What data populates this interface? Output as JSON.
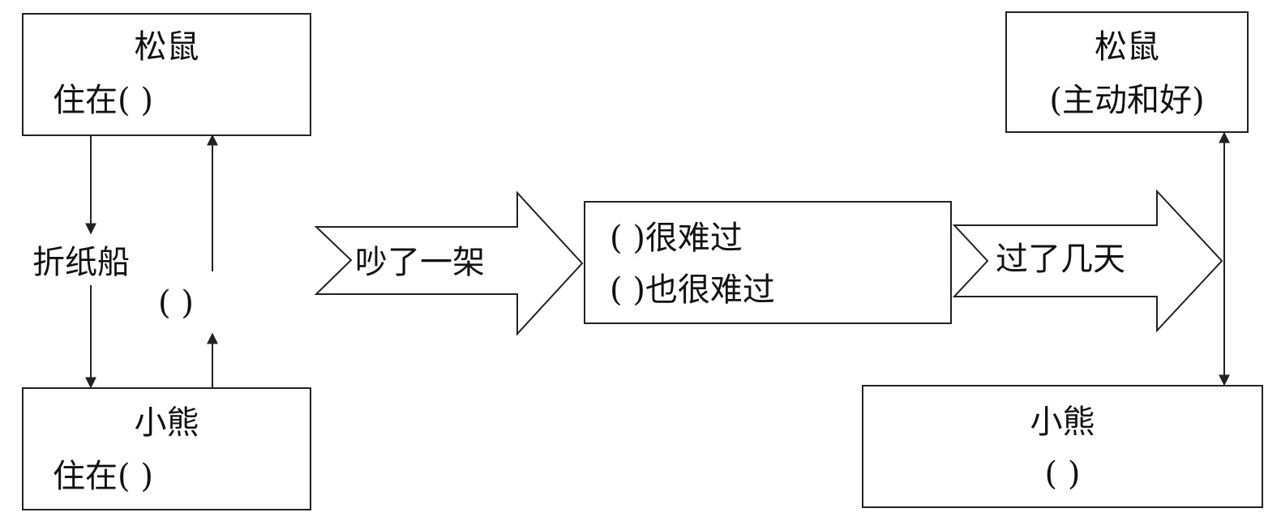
{
  "squirrel_top": {
    "name": "松鼠",
    "line": "住在(          )"
  },
  "bear_bottom": {
    "name": "小熊",
    "line": "住在(          )"
  },
  "left_middle": {
    "label": "折纸船",
    "blank": "(          )"
  },
  "arrow1": {
    "label": "吵了一架"
  },
  "center_box": {
    "line1": "(          )很难过",
    "line2": "(          )也很难过"
  },
  "arrow2": {
    "label": "过了几天"
  },
  "squirrel_right": {
    "name": "松鼠",
    "line": "(主动和好)"
  },
  "bear_right": {
    "name": "小熊",
    "line": "(                    )"
  }
}
